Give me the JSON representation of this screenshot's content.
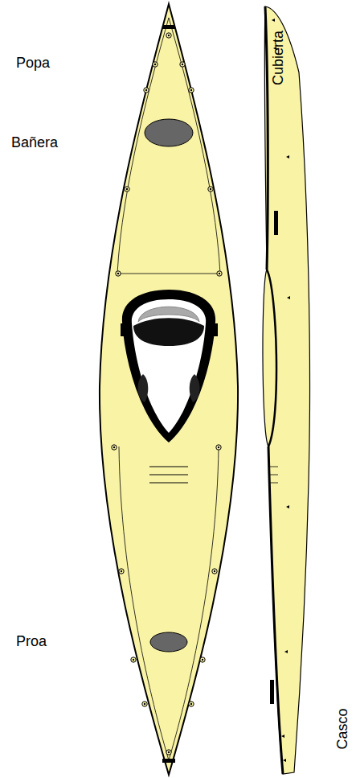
{
  "diagram": {
    "labels": [
      "Popa",
      "Bañera",
      "Proa",
      "Cubierta",
      "Casco"
    ]
  }
}
